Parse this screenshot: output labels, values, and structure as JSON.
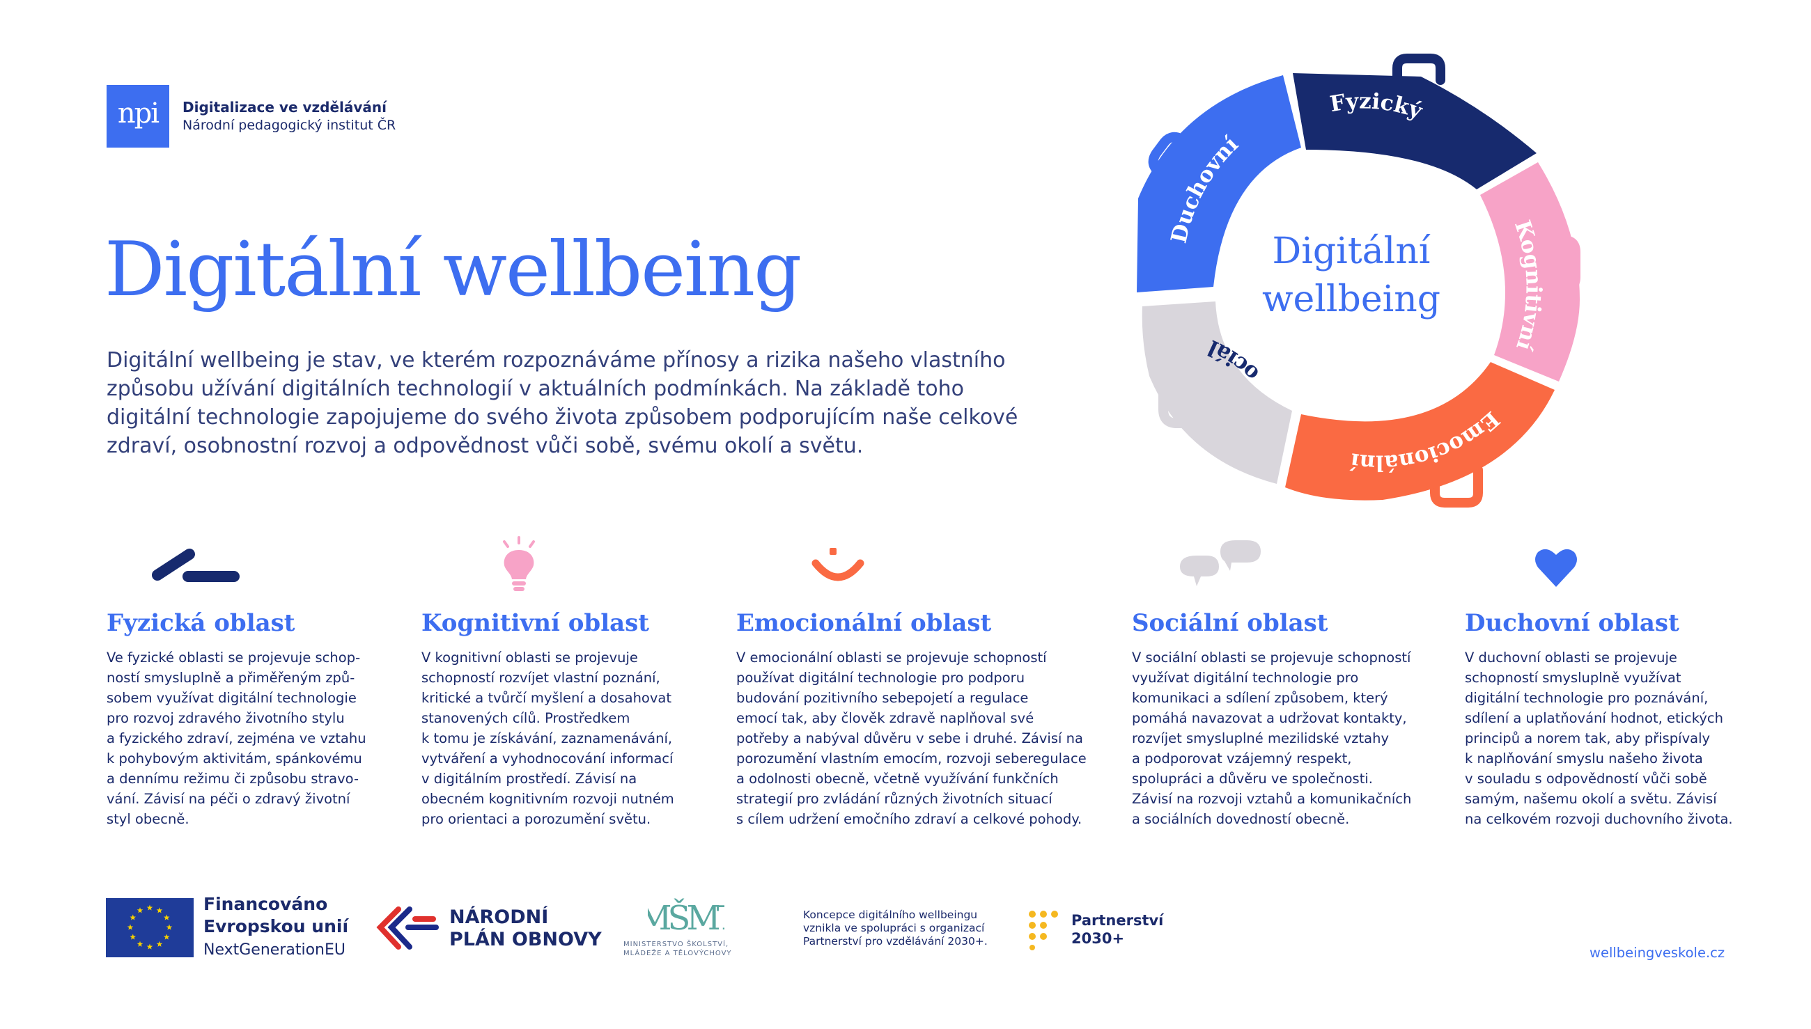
{
  "header": {
    "logo_text": "npi",
    "org_title": "Digitalizace ve vzdělávání",
    "org_subtitle": "Národní pedagogický institut ČR"
  },
  "title": "Digitální wellbeing",
  "intro": "Digitální wellbeing je stav, ve kterém rozpoznáváme přínosy a rizika našeho vlastního způsobu užívání digitálních technologií v aktuálních podmínkách. Na základě toho digitální technologie zapojujeme do svého života způsobem podporujícím naše celkové zdraví, osobnostní rozvoj a odpovědnost vůči sobě, svému okolí a světu.",
  "wheel": {
    "center_line1": "Digitální",
    "center_line2": "wellbeing",
    "segments": [
      {
        "label": "Fyzický",
        "color": "#172a6e"
      },
      {
        "label": "Kognitivní",
        "color": "#f7a3c7"
      },
      {
        "label": "Emocionální",
        "color": "#fa6a43"
      },
      {
        "label": "Sociální",
        "color": "#d9d6dc"
      },
      {
        "label": "Duchovní",
        "color": "#3d6ef0"
      }
    ]
  },
  "areas": [
    {
      "icon": "dumbbell-icon",
      "title": "Fyzická oblast",
      "text": "Ve fyzické oblasti se projevuje schop-\nností smysluplně a přiměřeným způ-\nsobem využívat digitální technologie\npro rozvoj zdravého životního stylu\na fyzického zdraví, zejména ve vztahu\nk pohybovým aktivitám, spánkovému\na dennímu režimu či způsobu stravo-\nvání. Závisí na péči o zdravý životní\nstyl obecně."
    },
    {
      "icon": "lightbulb-icon",
      "title": "Kognitivní oblast",
      "text": "V kognitivní oblasti se projevuje\nschopností rozvíjet vlastní poznání,\nkritické a tvůrčí myšlení a dosahovat\nstanovených cílů. Prostředkem\nk tomu je získávání, zaznamenávání,\nvytváření a vyhodnocování informací\nv digitálním prostředí. Závisí na\nobecném kognitivním rozvoji nutném\npro orientaci a porozumění světu."
    },
    {
      "icon": "smile-icon",
      "title": "Emocionální oblast",
      "text": "V emocionální oblasti se projevuje schopností\npoužívat digitální technologie pro podporu\nbudování pozitivního sebepojetí a regulace\nemocí tak, aby člověk zdravě naplňoval své\npotřeby a nabýval důvěru v sebe i druhé. Závisí na\nporozumění vlastním emocím, rozvoji seberegulace\na odolnosti obecně, včetně využívání funkčních\nstrategií pro zvládání různých životních situací\ns cílem udržení emočního zdraví a celkové pohody."
    },
    {
      "icon": "speech-bubbles-icon",
      "title": "Sociální oblast",
      "text": "V sociální oblasti se projevuje schopností\nvyužívat digitální technologie pro\nkomunikaci a sdílení způsobem, který\npomáhá navazovat a udržovat kontakty,\nrozvíjet smysluplné mezilidské vztahy\na podporovat vzájemný respekt,\nspolupráci a důvěru ve společnosti.\nZávisí na rozvoji vztahů a komunikačních\na sociálních dovedností obecně."
    },
    {
      "icon": "heart-icon",
      "title": "Duchovní oblast",
      "text": "V duchovní oblasti se projevuje\nschopností smysluplně využívat\ndigitální technologie pro poznávání,\nsdílení a uplatňování hodnot, etických\nprincipů a norem tak, aby přispívaly\nk naplňování smyslu našeho života\nv souladu s odpovědností vůči sobě\nsamým, našemu okolí a světu. Závisí\nna celkovém rozvoji duchovního života."
    }
  ],
  "footer": {
    "eu_line1": "Financováno",
    "eu_line2": "Evropskou unií",
    "eu_line3": "NextGenerationEU",
    "npo_line1": "NÁRODNÍ",
    "npo_line2": "PLÁN OBNOVY",
    "msmt_logo": "MŠMT",
    "msmt_sub1": "MINISTERSTVO ŠKOLSTVÍ,",
    "msmt_sub2": "MLÁDEŽE A TĚLOVÝCHOVY",
    "koncepce": "Koncepce digitálního wellbeingu\nvznikla ve spolupráci s organizací\nPartnerství pro vzdělávání 2030+.",
    "partner_line1": "Partnerství",
    "partner_line2": "2030+",
    "website": "wellbeingveskole.cz"
  },
  "colors": {
    "accent": "#3d6ef0",
    "navy": "#172a6e",
    "pink": "#f7a3c7",
    "orange": "#fa6a43",
    "grey": "#d9d6dc",
    "yellow": "#f5b820"
  }
}
